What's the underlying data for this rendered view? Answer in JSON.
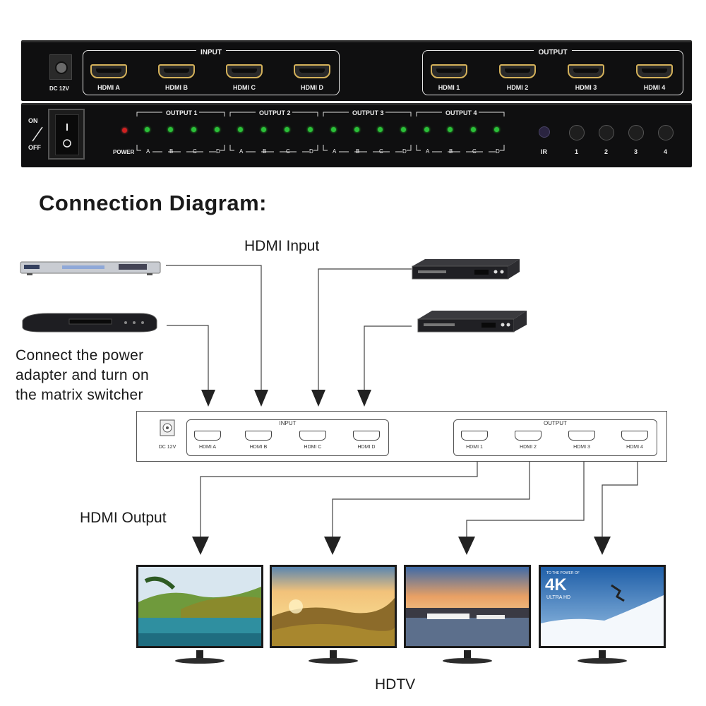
{
  "device_back": {
    "dc_label": "DC 12V",
    "input_title": "INPUT",
    "output_title": "OUTPUT",
    "inputs": [
      "HDMI A",
      "HDMI B",
      "HDMI C",
      "HDMI D"
    ],
    "outputs": [
      "HDMI 1",
      "HDMI 2",
      "HDMI 3",
      "HDMI 4"
    ]
  },
  "device_front": {
    "switch_on": "ON",
    "switch_off": "OFF",
    "power_label": "POWER",
    "output_groups": [
      "OUTPUT 1",
      "OUTPUT 2",
      "OUTPUT 3",
      "OUTPUT 4"
    ],
    "channels": [
      "A",
      "B",
      "C",
      "D"
    ],
    "ir_label": "IR",
    "buttons": [
      "1",
      "2",
      "3",
      "4"
    ]
  },
  "diagram": {
    "heading": "Connection Diagram:",
    "hdmi_input_label": "HDMI Input",
    "power_note": [
      "Connect the power",
      "adapter and turn on",
      "the matrix switcher"
    ],
    "hdmi_output_label": "HDMI Output",
    "hdtv_label": "HDTV",
    "schematic": {
      "dc_label": "DC 12V",
      "input_title": "INPUT",
      "output_title": "OUTPUT",
      "inputs": [
        "HDMI A",
        "HDMI B",
        "HDMI C",
        "HDMI D"
      ],
      "outputs": [
        "HDMI 1",
        "HDMI 2",
        "HDMI 3",
        "HDMI 4"
      ]
    },
    "tv4_screen": {
      "big": "4K",
      "small": "ULTRA HD",
      "top": "TO THE POWER OF"
    }
  },
  "colors": {
    "panel": "#0f0f10",
    "port_gold": "#d4b15a",
    "led_green": "#2bbf3a",
    "led_red": "#d02020",
    "arrow": "#222222"
  }
}
